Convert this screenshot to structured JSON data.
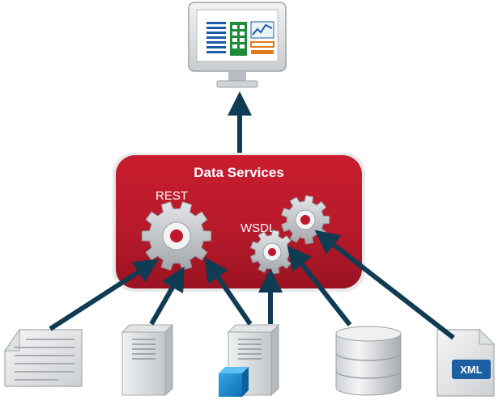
{
  "hub": {
    "title": "Data Services",
    "label_rest": "REST",
    "label_wsdl": "WSDL"
  },
  "badge": {
    "xml": "XML"
  },
  "colors": {
    "hub_red": "#c0182a",
    "arrow_navy": "#0f3b53",
    "gear_gray": "#b9bcbf",
    "monitor_gray": "#d6d8da"
  },
  "icons": [
    "monitor-icon",
    "gear-icon",
    "document-icon",
    "server-icon",
    "database-icon",
    "xml-file-icon"
  ]
}
